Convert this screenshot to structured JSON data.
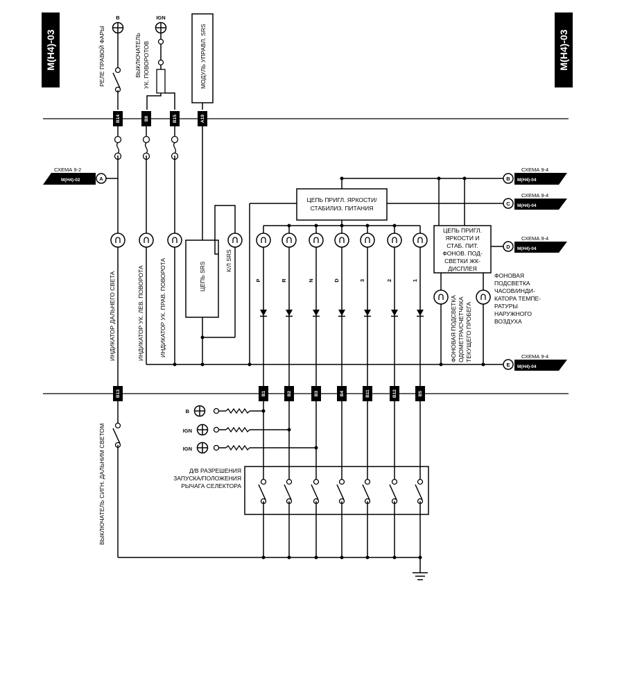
{
  "page_tag": "M(H4)-03",
  "sources": {
    "b": "B",
    "ign": "IGN"
  },
  "top_labels": {
    "relay": "РЕЛЕ ПРАВОЙ ФАРЫ",
    "turn_switch_1": "ВЫКЛЮЧАТЕЛЬ",
    "turn_switch_2": "УК. ПОВОРОТОВ",
    "srs_module": "МОДУЛЬ УПРАВЛ. SRS"
  },
  "connectors": {
    "b14": "B14",
    "b8": "B8",
    "b15": "B15",
    "a19": "A19",
    "b13": "B13",
    "b1": "B1",
    "b2": "B2",
    "b3": "B3",
    "b4": "B4",
    "b11": "B11",
    "b12": "B12",
    "b5": "B5"
  },
  "refs": {
    "a": {
      "letter": "A",
      "scheme": "СХЕМА 9-2",
      "page": "M(H4)-02"
    },
    "b": {
      "letter": "B",
      "scheme": "СХЕМА 9-4",
      "page": "M(H4)-04"
    },
    "c": {
      "letter": "C",
      "scheme": "СХЕМА 9-4",
      "page": "M(H4)-04"
    },
    "d": {
      "letter": "D",
      "scheme": "СХЕМА 9-4",
      "page": "M(H4)-04"
    },
    "e": {
      "letter": "E",
      "scheme": "СХЕМА 9-4",
      "page": "M(H4)-04"
    }
  },
  "boxes": {
    "brightness_1": "ЦЕПЬ ПРИГЛ. ЯРКОСТИ/",
    "brightness_2": "СТАБИЛИЗ. ПИТАНИЯ",
    "backlight": [
      "ЦЕПЬ ПРИГЛ.",
      "ЯРКОСТИ И",
      "СТАБ. ПИТ.",
      "ФОНОВ. ПОД-",
      "СВЕТКИ ЖК-",
      "ДИСПЛЕЯ"
    ],
    "srs_circuit": "ЦЕПЬ SRS"
  },
  "lamp_labels": {
    "high_beam": "ИНДИКАТОР ДАЛЬНЕГО СВЕТА",
    "left_turn": "ИНДИКАТОР УК. ЛЕВ. ПОВОРОТА",
    "right_turn": "ИНДИКАТОР УК. ПРАВ. ПОВОРОТА",
    "srs_lamp": "К/Л SRS",
    "odometer": [
      "ФОНОВАЯ ПОДСВЕТКА",
      "ОДОМЕТРА/СЧЕТЧИКА",
      "ТЕКУЩЕГО ПРОБЕГА"
    ],
    "clock": [
      "ФОНОВАЯ",
      "ПОДСВЕТКА",
      "ЧАСОВ/ИНДИ-",
      "КАТОРА ТЕМПЕ-",
      "РАТУРЫ",
      "НАРУЖНОГО",
      "ВОЗДУХА"
    ]
  },
  "gear_positions": [
    "P",
    "R",
    "N",
    "D",
    "3",
    "2",
    "1"
  ],
  "bottom_labels": {
    "dimmer_switch": "ВЫКЛЮЧАТЕЛЬ СИГН. ДАЛЬНИМ СВЕТОМ",
    "inhibitor_1": "Д/В РАЗРЕШЕНИЯ",
    "inhibitor_2": "ЗАПУСКА/ПОЛОЖЕНИЯ",
    "inhibitor_3": "РЫЧАГА СЕЛЕКТОРА"
  }
}
